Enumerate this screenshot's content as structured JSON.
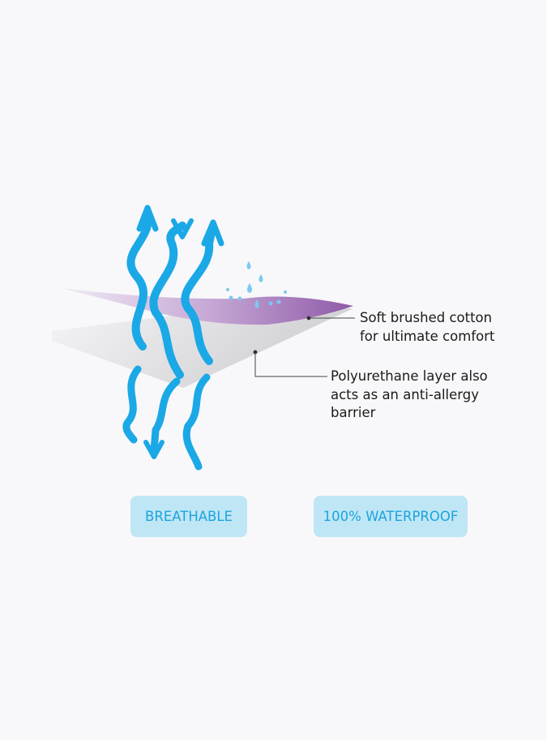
{
  "labels": {
    "cotton": [
      "Soft brushed cotton",
      "for ultimate comfort"
    ],
    "polyurethane": [
      "Polyurethane layer also",
      "acts as an anti-allergy",
      "barrier"
    ]
  },
  "badges": {
    "breathable": "BREATHABLE",
    "waterproof": "100% WATERPROOF"
  },
  "colors": {
    "background": "#f8f8fa",
    "arrow": "#1ba8e6",
    "badge_bg": "#bfe6f5",
    "badge_text": "#1ba4de",
    "cotton_layer": "#9b6bb3",
    "polyurethane_layer": "#d4d4d6"
  }
}
